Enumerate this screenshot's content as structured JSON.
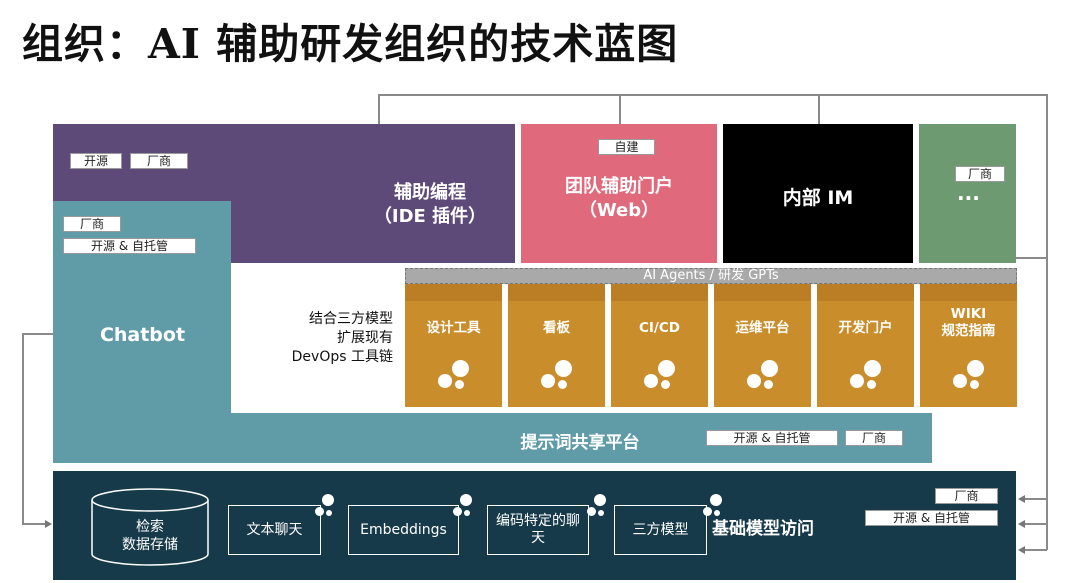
{
  "title": "组织：AI 辅助研发组织的技术蓝图",
  "colors": {
    "purple": "#5e4a78",
    "teal": "#5f9ca8",
    "pink": "#e0697b",
    "black": "#000000",
    "green": "#6e9a72",
    "navy": "#173a4a",
    "orange": "#c98e2b",
    "gray": "#a9a9a9"
  },
  "ide": {
    "label_line1": "辅助编程",
    "label_line2": "（IDE 插件）",
    "tag_open": "开源",
    "tag_vendor": "厂商"
  },
  "portal": {
    "tag": "自建",
    "label_line1": "团队辅助门户",
    "label_line2": "（Web）"
  },
  "im": {
    "label": "内部 IM"
  },
  "more": {
    "tag": "厂商",
    "label": "···"
  },
  "chatbot": {
    "label": "Chatbot",
    "tag_vendor": "厂商",
    "tag_open_self": "开源 & 自托管"
  },
  "devops_text": {
    "line1": "结合三方模型",
    "line2": "扩展现有",
    "line3": "DevOps 工具链"
  },
  "agents": {
    "label": "AI Agents / 研发 GPTs"
  },
  "tools": [
    {
      "label": "设计工具"
    },
    {
      "label": "看板"
    },
    {
      "label": "CI/CD"
    },
    {
      "label": "运维平台"
    },
    {
      "label": "开发门户"
    },
    {
      "label_line1": "WIKI",
      "label_line2": "规范指南"
    }
  ],
  "prompt_platform": {
    "label": "提示词共享平台",
    "tag_open_self": "开源 & 自托管",
    "tag_vendor": "厂商"
  },
  "foundation": {
    "label": "基础模型访问",
    "tag_vendor": "厂商",
    "tag_open_self": "开源 & 自托管",
    "search_line1": "检索",
    "search_line2": "数据存储",
    "items": [
      {
        "label": "文本聊天"
      },
      {
        "label": "Embeddings"
      },
      {
        "label_line1": "编码特定的聊",
        "label_line2": "天"
      },
      {
        "label": "三方模型"
      }
    ]
  }
}
